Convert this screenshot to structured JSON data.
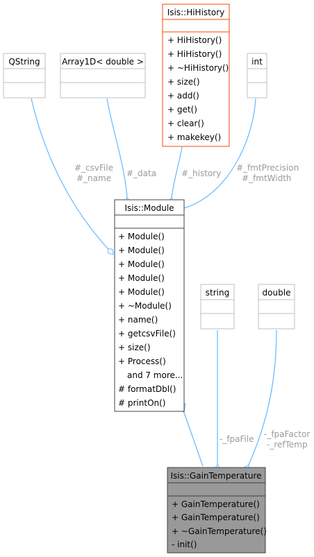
{
  "classes": {
    "qstring": {
      "name": "QString"
    },
    "array1d": {
      "name": "Array1D< double >"
    },
    "hihistory": {
      "name": "Isis::HiHistory",
      "members": [
        "+ HiHistory()",
        "+ HiHistory()",
        "+ ~HiHistory()",
        "+ size()",
        "+ add()",
        "+ get()",
        "+ clear()",
        "+ makekey()"
      ],
      "border_color": "#ff4500"
    },
    "int": {
      "name": "int"
    },
    "module": {
      "name": "Isis::Module",
      "members": [
        "+ Module()",
        "+ Module()",
        "+ Module()",
        "+ Module()",
        "+ Module()",
        "+ ~Module()",
        "+ name()",
        "+ getcsvFile()",
        "+ size()",
        "+ Process()",
        "and 7 more...",
        "# formatDbl()",
        "# printOn()"
      ]
    },
    "string": {
      "name": "string"
    },
    "double": {
      "name": "double"
    },
    "gaintemperature": {
      "name": "Isis::GainTemperature",
      "members": [
        "+ GainTemperature()",
        "+ GainTemperature()",
        "+ ~GainTemperature()",
        "- init()"
      ],
      "fill_color": "#999999"
    }
  },
  "edges": {
    "csvfile": "#_csvFile",
    "name": "#_name",
    "data": "#_data",
    "history": "#_history",
    "fmtprecision": "#_fmtPrecision",
    "fmtwidth": "#_fmtWidth",
    "fpafile": "-_fpaFile",
    "fpafactor": "-_fpaFactor",
    "reftemp": "-_refTemp"
  },
  "colors": {
    "edge": "#63b8ff",
    "box_border_gray": "#bfbfbf",
    "box_border_dark": "#404040",
    "label": "#9a9a9a"
  }
}
